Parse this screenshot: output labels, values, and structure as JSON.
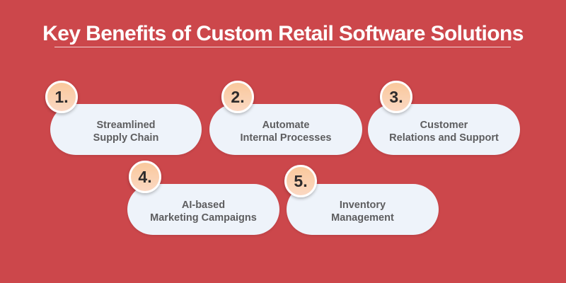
{
  "header": {
    "title": "Key Benefits of Custom Retail Software Solutions"
  },
  "colors": {
    "background": "#cc474b",
    "pill": "#eef3fa",
    "pill_text": "#5d5d5f",
    "badge_fill_top": "#f9c89c",
    "badge_fill_bottom": "#fbd8c2",
    "badge_text": "#2d2b2c",
    "title": "#ffffff"
  },
  "benefits": [
    {
      "number": "1.",
      "label": "Streamlined\nSupply Chain"
    },
    {
      "number": "2.",
      "label": "Automate\nInternal Processes"
    },
    {
      "number": "3.",
      "label": "Customer\nRelations and Support"
    },
    {
      "number": "4.",
      "label": "AI-based\nMarketing Campaigns"
    },
    {
      "number": "5.",
      "label": "Inventory\nManagement"
    }
  ]
}
